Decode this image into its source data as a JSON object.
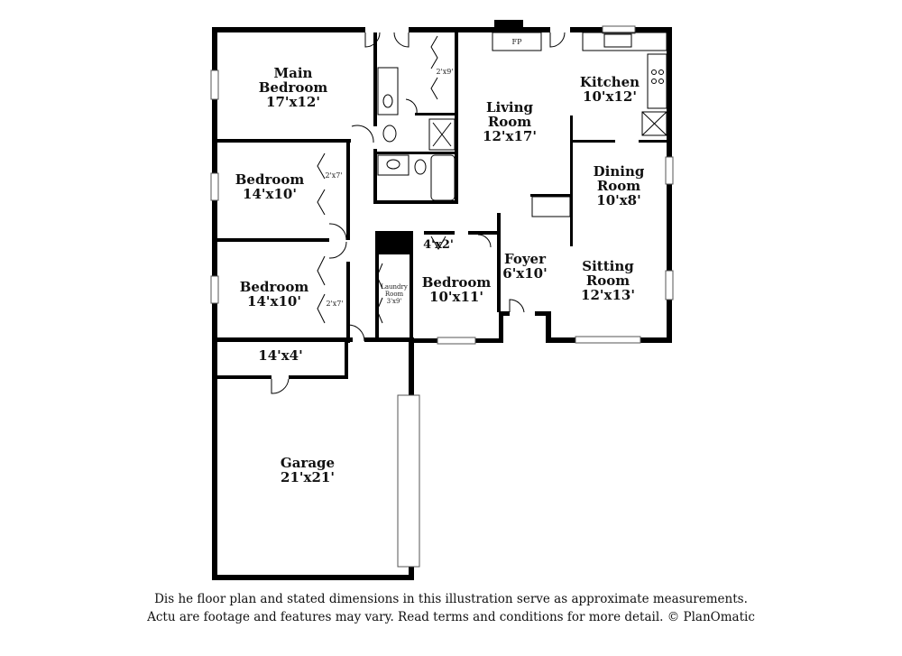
{
  "rooms": {
    "main_bedroom": {
      "name_line1": "Main",
      "name_line2": "Bedroom",
      "dims": "17'x12'"
    },
    "bedroom_a": {
      "name": "Bedroom",
      "dims": "14'x10'"
    },
    "bedroom_b": {
      "name": "Bedroom",
      "dims": "14'x10'"
    },
    "bedroom_c": {
      "name": "Bedroom",
      "dims": "10'x11'"
    },
    "living_room": {
      "name_line1": "Living",
      "name_line2": "Room",
      "dims": "12'x17'"
    },
    "kitchen": {
      "name": "Kitchen",
      "dims": "10'x12'"
    },
    "dining_room": {
      "name_line1": "Dining",
      "name_line2": "Room",
      "dims": "10'x8'"
    },
    "sitting_room": {
      "name_line1": "Sitting",
      "name_line2": "Room",
      "dims": "12'x13'"
    },
    "foyer": {
      "name": "Foyer",
      "dims": "6'x10'"
    },
    "laundry": {
      "name_line1": "Laundry",
      "name_line2": "Room",
      "dims": "3'x9'"
    },
    "storage": {
      "dims": "14'x4'"
    },
    "closet_small": {
      "dims": "4'x2'"
    },
    "garage": {
      "name": "Garage",
      "dims": "21'x21'"
    }
  },
  "closets": {
    "main": "2'x9'",
    "bedroom_a": "2'x7'",
    "bedroom_b": "2'x7'"
  },
  "fixtures": {
    "fireplace": "FP"
  },
  "disclaimer": {
    "line1": "Dis          he floor plan and stated dimensions in this illustration serve as approximate measurements.",
    "line2": "Actu        are footage and features may vary. Read terms and conditions for more detail. © PlanOmatic"
  }
}
